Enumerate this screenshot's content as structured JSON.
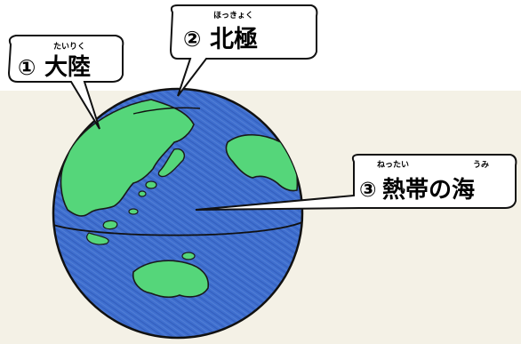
{
  "diagram": {
    "labels": [
      {
        "number": "①",
        "text": "大陸",
        "ruby": "たいりく"
      },
      {
        "number": "②",
        "text": "北極",
        "ruby": "ほっきょく"
      },
      {
        "number": "③",
        "text": "熱帯の海",
        "ruby_left": "ねったい",
        "ruby_right": "うみ"
      }
    ]
  },
  "colors": {
    "ocean": "#3f6fcf",
    "ocean_dark": "#2c55b4",
    "land": "#55d67a",
    "paper": "#f4f1e6",
    "outline": "#111111"
  }
}
